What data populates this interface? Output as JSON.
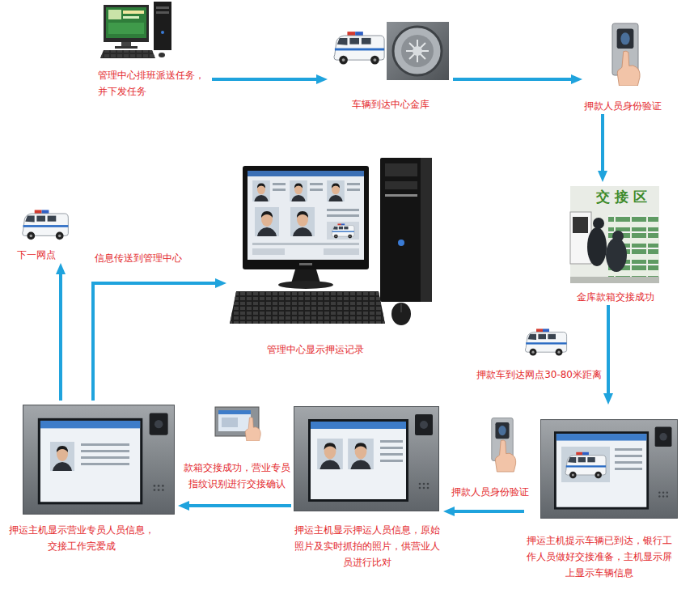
{
  "diagram": {
    "nodes": [
      {
        "text": [
          "管理中心排班派送任务，并下发任务"
        ]
      },
      {
        "text": [
          "车辆到达中心金库"
        ]
      },
      {
        "text": [
          "押款人员身份验证"
        ]
      },
      {
        "text": [
          "金库款箱交接成功"
        ]
      },
      {
        "text": [
          "押运主机提示车辆已到达，银行工作人员做好交接准备，主机显示屏上显示车辆信息"
        ]
      },
      {
        "text": [
          "押运主机显示押运人员信息，原始照片及实时抓拍的照片，供营业人员进行比对"
        ]
      },
      {
        "text": [
          "押运主机显示营业专员人员信息，交接工作完爱成"
        ]
      },
      {
        "text": [
          "管理中心显示押运记录"
        ]
      },
      {
        "text": [
          "下一网点"
        ]
      }
    ],
    "edges": [
      {
        "from": 0,
        "to": 1,
        "arrow": "to"
      },
      {
        "from": 1,
        "to": 2,
        "arrow": "to"
      },
      {
        "from": 2,
        "to": 3,
        "arrow": "to"
      },
      {
        "from": 3,
        "to": 4,
        "label": "押款车到达网点30-80米距离",
        "arrow": "to"
      },
      {
        "from": 4,
        "to": 5,
        "label": "押款人员身份验证",
        "arrow": "to"
      },
      {
        "from": 5,
        "to": 6,
        "label": "款箱交接成功，营业专员指纹识别进行交接确认",
        "arrow": "to"
      },
      {
        "from": 6,
        "to": 7,
        "label": "信息传送到管理中心",
        "arrow": "to"
      },
      {
        "from": 6,
        "to": 8,
        "arrow": "to"
      }
    ],
    "labels": [
      "交接区"
    ]
  }
}
